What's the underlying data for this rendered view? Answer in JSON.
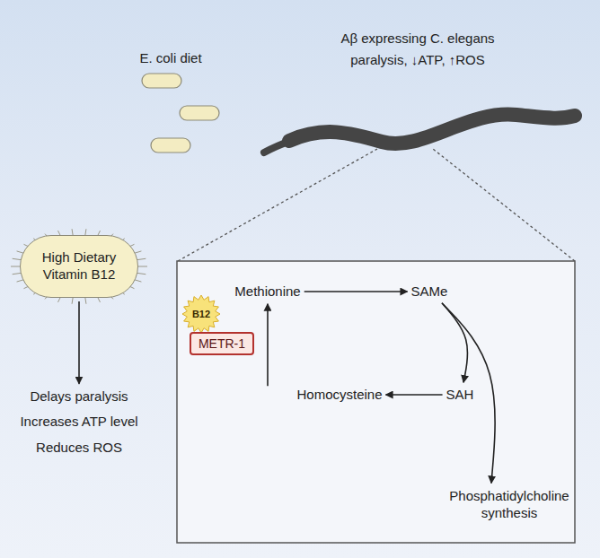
{
  "diagram": {
    "nodes": [
      {
        "text": [
          "High Dietary Vitamin B12"
        ]
      },
      {
        "text": [
          "Delays paralysis",
          "Increases ATP level",
          "Reduces ROS"
        ]
      },
      {
        "text": [
          "Methionine"
        ]
      },
      {
        "text": [
          "SAMe"
        ]
      },
      {
        "text": [
          "B12"
        ]
      },
      {
        "text": [
          "METR-1"
        ]
      },
      {
        "text": [
          "Homocysteine"
        ]
      },
      {
        "text": [
          "SAH"
        ]
      },
      {
        "text": [
          "Phosphatidylcholine synthesis"
        ]
      }
    ],
    "edges": [
      {
        "from": 0,
        "to": 1,
        "arrow": "to"
      },
      {
        "from": 2,
        "to": 3,
        "arrow": "to"
      },
      {
        "from": 3,
        "to": 7,
        "arrow": "to"
      },
      {
        "from": 3,
        "to": 8,
        "arrow": "to"
      },
      {
        "from": 7,
        "to": 6,
        "arrow": "to"
      },
      {
        "from": 6,
        "to": 2,
        "arrow": "to"
      }
    ],
    "labels": [
      "E. coli diet",
      "Aβ expressing C. elegans",
      "paralysis, ↓ATP, ↑ROS"
    ]
  }
}
